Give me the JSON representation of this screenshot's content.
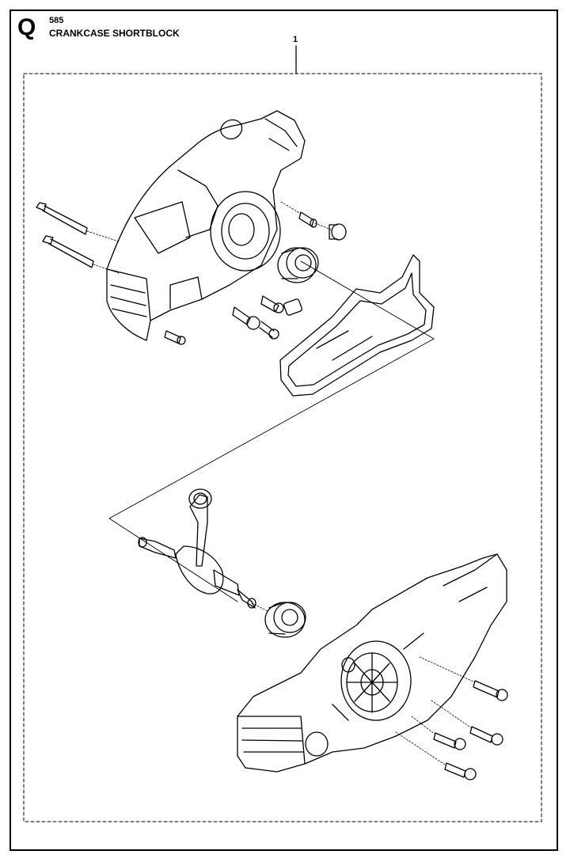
{
  "header": {
    "section_letter": "Q",
    "section_number": "585",
    "section_title": "CRANKCASE SHORTBLOCK"
  },
  "callouts": [
    {
      "label": "1"
    }
  ]
}
